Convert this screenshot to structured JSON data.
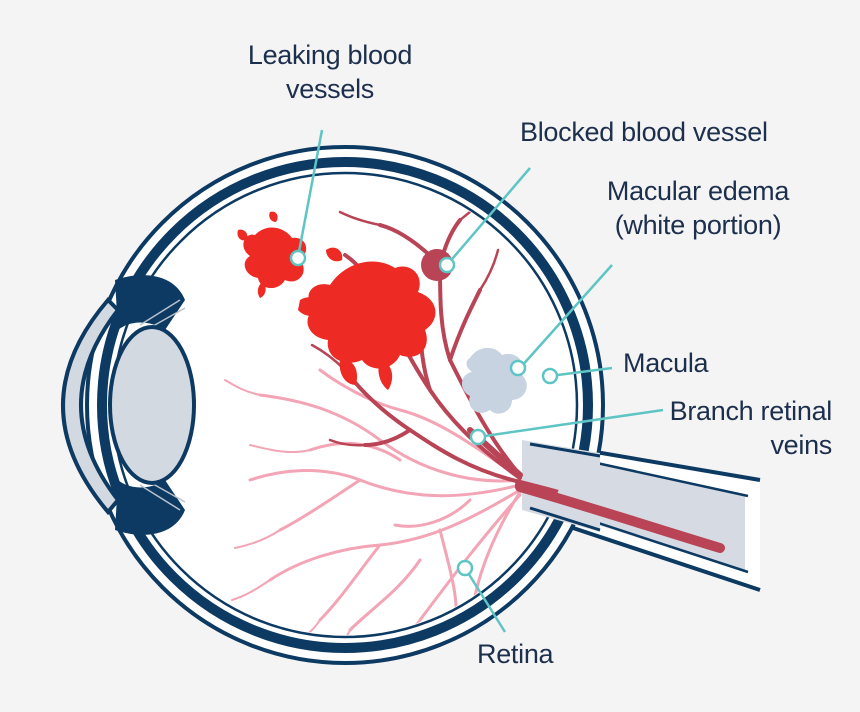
{
  "colors": {
    "background": "#f4f4f4",
    "outline": "#0d3a63",
    "lens": "#d3d9e0",
    "hemorrhage": "#ee2a24",
    "vessel_dark": "#b84455",
    "vessel_light": "#f3a4b5",
    "edema": "#c7d3e0",
    "leader_line": "#5fc5c4",
    "label_text": "#1c2f4d"
  },
  "labels": {
    "leaking_line1": "Leaking blood",
    "leaking_line2": "vessels",
    "blocked": "Blocked blood vessel",
    "edema_line1": "Macular edema",
    "edema_line2": "(white portion)",
    "macula": "Macula",
    "branch_line1": "Branch retinal",
    "branch_line2": "veins",
    "retina": "Retina"
  }
}
